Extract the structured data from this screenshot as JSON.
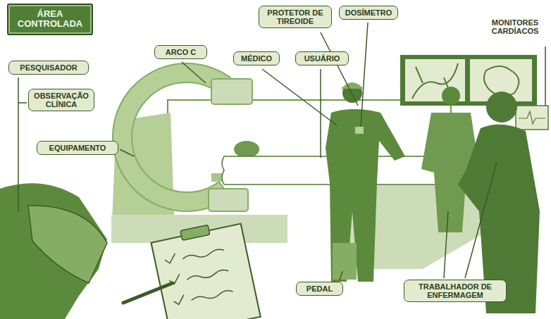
{
  "diagram": {
    "nodes": [
      {
        "text": [
          "ÁREA CONTROLADA"
        ]
      },
      {
        "text": [
          "PROTETOR DE TIREOIDE"
        ]
      },
      {
        "text": [
          "DOSÍMETRO"
        ]
      },
      {
        "text": [
          "ARCO C"
        ]
      },
      {
        "text": [
          "MÉDICO"
        ]
      },
      {
        "text": [
          "USUÁRIO"
        ]
      },
      {
        "text": [
          "PESQUISADOR"
        ]
      },
      {
        "text": [
          "OBSERVAÇÃO CLÍNICA"
        ]
      },
      {
        "text": [
          "EQUIPAMENTO"
        ]
      },
      {
        "text": [
          "PEDAL"
        ]
      },
      {
        "text": [
          "TRABALHADOR DE ENFERMAGEM"
        ]
      }
    ],
    "labels": [
      "MONITORES CARDÍACOS"
    ]
  }
}
